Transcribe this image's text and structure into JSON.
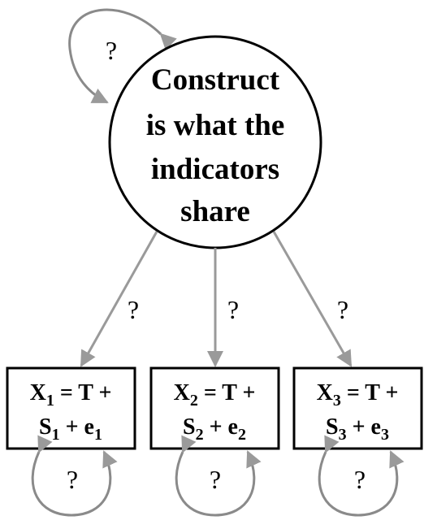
{
  "construct": {
    "lines": [
      "Construct",
      "is what the",
      "indicators",
      "share"
    ]
  },
  "construct_loop_label": "?",
  "paths": [
    {
      "label": "?"
    },
    {
      "label": "?"
    },
    {
      "label": "?"
    }
  ],
  "indicators": [
    {
      "line1": {
        "var": "X",
        "sub": "1",
        "rest": " = T +"
      },
      "line2": {
        "s": "S",
        "s_sub": "1",
        "mid": " + e",
        "e_sub": "1"
      },
      "loop_label": "?"
    },
    {
      "line1": {
        "var": "X",
        "sub": "2",
        "rest": " = T +"
      },
      "line2": {
        "s": "S",
        "s_sub": "2",
        "mid": " + e",
        "e_sub": "2"
      },
      "loop_label": "?"
    },
    {
      "line1": {
        "var": "X",
        "sub": "3",
        "rest": " = T +"
      },
      "line2": {
        "s": "S",
        "s_sub": "3",
        "mid": " + e",
        "e_sub": "3"
      },
      "loop_label": "?"
    }
  ],
  "colors": {
    "arrow": "#9a9a9a",
    "outline": "#000000",
    "text": "#000000"
  }
}
